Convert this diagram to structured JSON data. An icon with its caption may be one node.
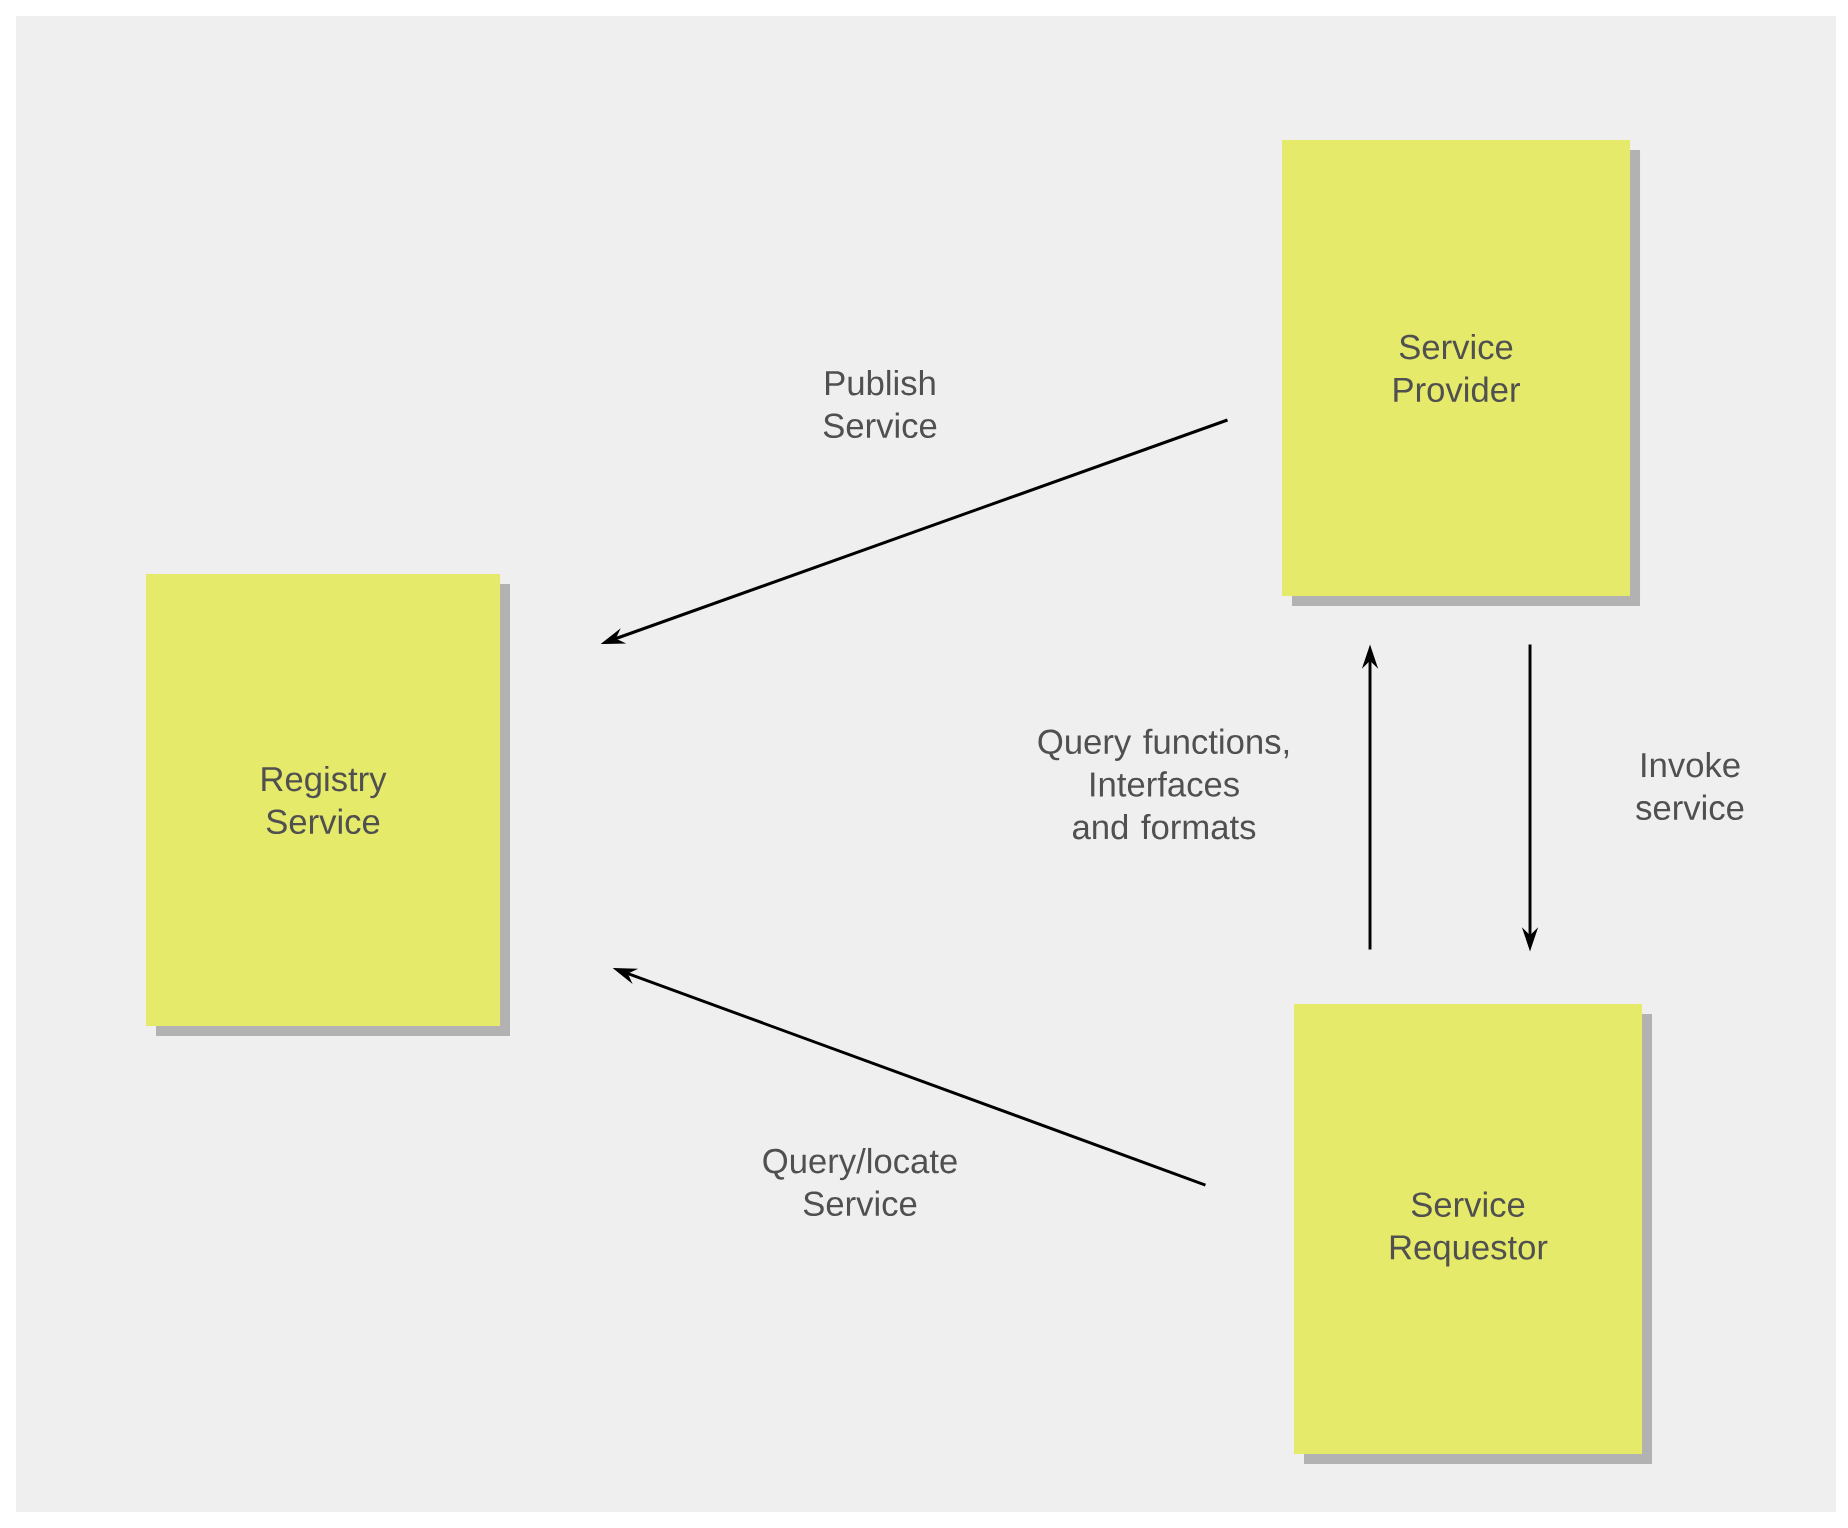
{
  "diagram": {
    "nodes": [
      {
        "text": [
          "Registry Service"
        ]
      },
      {
        "text": [
          "Service Provider"
        ]
      },
      {
        "text": [
          "Service Requestor"
        ]
      }
    ],
    "edges": [
      {
        "from": 1,
        "to": 0,
        "arrow": "to",
        "label": "Publish Service"
      },
      {
        "from": 2,
        "to": 0,
        "arrow": "to",
        "label": "Query/locate Service"
      },
      {
        "from": 2,
        "to": 1,
        "arrow": "to",
        "label": "Query functions, Interfaces and formats"
      },
      {
        "from": 1,
        "to": 2,
        "arrow": "to",
        "label": "Invoke service"
      }
    ]
  }
}
